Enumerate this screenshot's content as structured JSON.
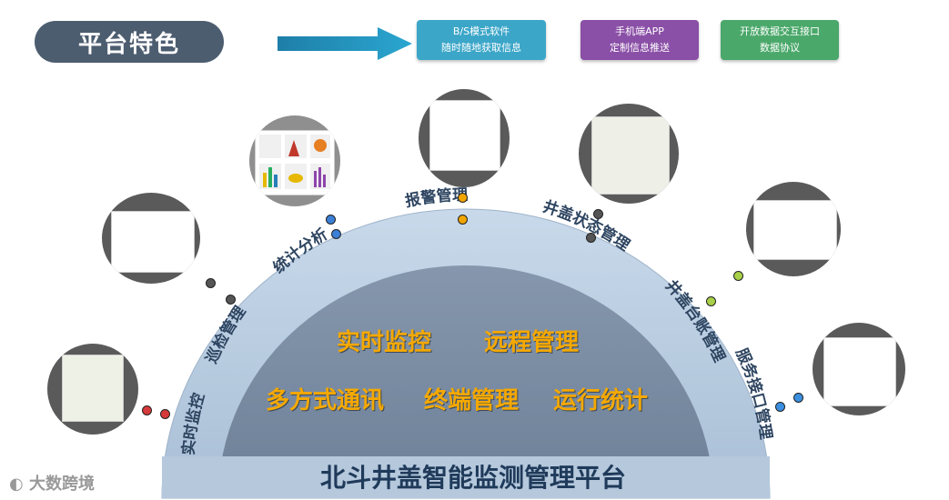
{
  "header": {
    "title": "平台特色"
  },
  "features": [
    {
      "line1": "B/S模式软件",
      "line2": "随时随地获取信息",
      "color": "#3ba6c8"
    },
    {
      "line1": "手机端APP",
      "line2": "定制信息推送",
      "color": "#8a4fa6"
    },
    {
      "line1": "开放数据交互接口",
      "line2": "数据协议",
      "color": "#4aa86a"
    }
  ],
  "modules": [
    {
      "label": "实时监控"
    },
    {
      "label": "巡检管理"
    },
    {
      "label": "统计分析"
    },
    {
      "label": "报警管理"
    },
    {
      "label": "井盖状态管理"
    },
    {
      "label": "井盖台账管理"
    },
    {
      "label": "服务接口管理"
    }
  ],
  "center": {
    "row1": [
      "实时监控",
      "远程管理"
    ],
    "row2": [
      "多方式通讯",
      "终端管理",
      "运行统计"
    ]
  },
  "platform_title": "北斗井盖智能监测管理平台",
  "watermark": "大数跨境",
  "colors": {
    "dome_outer": "#b8cde3",
    "dome_inner": "#7b8ea5",
    "accent": "#f5a800"
  }
}
